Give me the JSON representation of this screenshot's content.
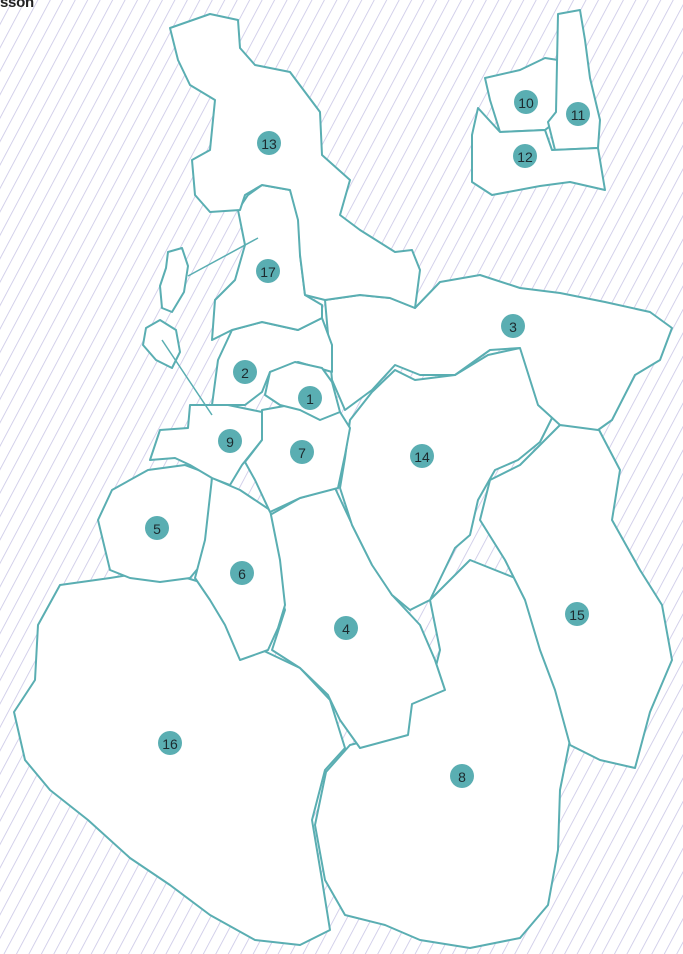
{
  "header": {
    "label": "sson"
  },
  "colors": {
    "district_fill": "#ffffff",
    "district_stroke": "#5aaeb2",
    "badge_fill": "#5aaeb2",
    "badge_text": "#1d2a2e",
    "hatch_line": "#c9c6e6",
    "background": "#ffffff"
  },
  "districts": [
    {
      "id": "1",
      "label": "1"
    },
    {
      "id": "2",
      "label": "2"
    },
    {
      "id": "3",
      "label": "3"
    },
    {
      "id": "4",
      "label": "4"
    },
    {
      "id": "5",
      "label": "5"
    },
    {
      "id": "6",
      "label": "6"
    },
    {
      "id": "7",
      "label": "7"
    },
    {
      "id": "8",
      "label": "8"
    },
    {
      "id": "9",
      "label": "9"
    },
    {
      "id": "10",
      "label": "10"
    },
    {
      "id": "11",
      "label": "11"
    },
    {
      "id": "12",
      "label": "12"
    },
    {
      "id": "13",
      "label": "13"
    },
    {
      "id": "14",
      "label": "14"
    },
    {
      "id": "15",
      "label": "15"
    },
    {
      "id": "16",
      "label": "16"
    },
    {
      "id": "17",
      "label": "17"
    }
  ]
}
